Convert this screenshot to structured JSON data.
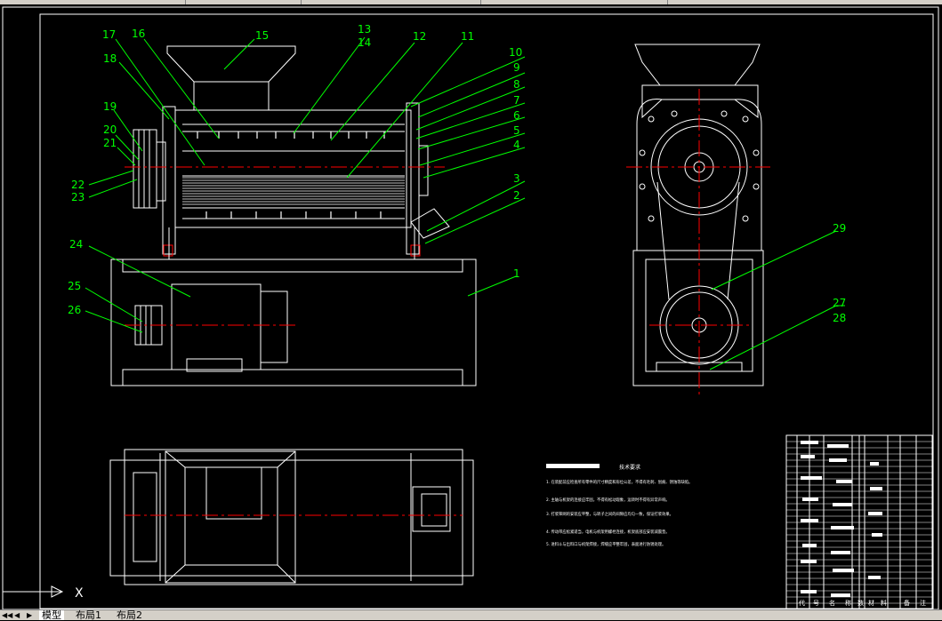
{
  "callouts": [
    {
      "n": "1"
    },
    {
      "n": "2"
    },
    {
      "n": "3"
    },
    {
      "n": "4"
    },
    {
      "n": "5"
    },
    {
      "n": "6"
    },
    {
      "n": "7"
    },
    {
      "n": "8"
    },
    {
      "n": "9"
    },
    {
      "n": "10"
    },
    {
      "n": "11"
    },
    {
      "n": "12"
    },
    {
      "n": "13"
    },
    {
      "n": "14"
    },
    {
      "n": "15"
    },
    {
      "n": "16"
    },
    {
      "n": "17"
    },
    {
      "n": "18"
    },
    {
      "n": "19"
    },
    {
      "n": "20"
    },
    {
      "n": "21"
    },
    {
      "n": "22"
    },
    {
      "n": "23"
    },
    {
      "n": "24"
    },
    {
      "n": "25"
    },
    {
      "n": "26"
    },
    {
      "n": "27"
    },
    {
      "n": "28"
    },
    {
      "n": "29"
    }
  ],
  "tech": {
    "title": "技术要求",
    "lines": [
      "1. 在装配前应检查所有零件的尺寸精度和形位公差，不得有毛刺、划痕、锈蚀等缺陷。",
      "2. 主轴与机架的连接应牢固，不得有松动现象，运转时不得有异常声响。",
      "3. 打浆筛网的安装应平整，与转子之间的间隙应均匀一致，保证打浆效果。",
      "4. 传动带应松紧适当，电机与机架用螺栓连接，机架底部应安装减震垫。",
      "5. 进料斗与出料口与机架焊接，焊缝应平整牢固，表面进行防锈处理。"
    ]
  },
  "title_block": {
    "headers": [
      "代",
      "号",
      "名",
      "称",
      "数",
      "材",
      "料",
      "备",
      "注"
    ]
  },
  "ucs_axis": "X",
  "tabs": {
    "model": "模型",
    "layout1": "布局1",
    "layout2": "布局2"
  },
  "colors": {
    "background": "#000000",
    "linework": "#ffffff",
    "centerline": "#ff0000",
    "leader": "#00ff00"
  }
}
